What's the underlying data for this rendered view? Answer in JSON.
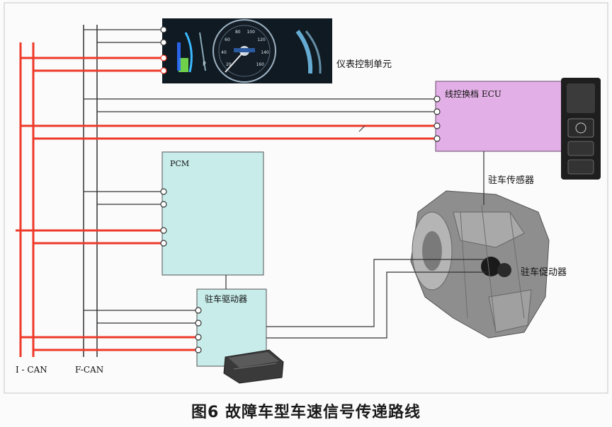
{
  "labels": {
    "instrument_cluster": "仪表控制单元",
    "shift_ecu": "线控换档 ECU",
    "pcm": "PCM",
    "parking_driver": "驻车驱动器",
    "parking_sensor": "驻车传感器",
    "parking_actuator": "驻车促动器",
    "bus_i_can": "I - CAN",
    "bus_f_can": "F-CAN"
  },
  "gauge_text": {
    "p_indicator": "P",
    "ticks": [
      "20",
      "40",
      "60",
      "80",
      "100",
      "120",
      "140",
      "160"
    ]
  },
  "caption": "图6 故障车型车速信号传递路线",
  "colors": {
    "i_can_line": "#ee3a2a",
    "f_can_line": "#333333",
    "pcm_fill": "#c7ecea",
    "ecu_fill": "#e2b0e6",
    "box_stroke": "#555555",
    "dash_bg": "#0f1a22"
  }
}
